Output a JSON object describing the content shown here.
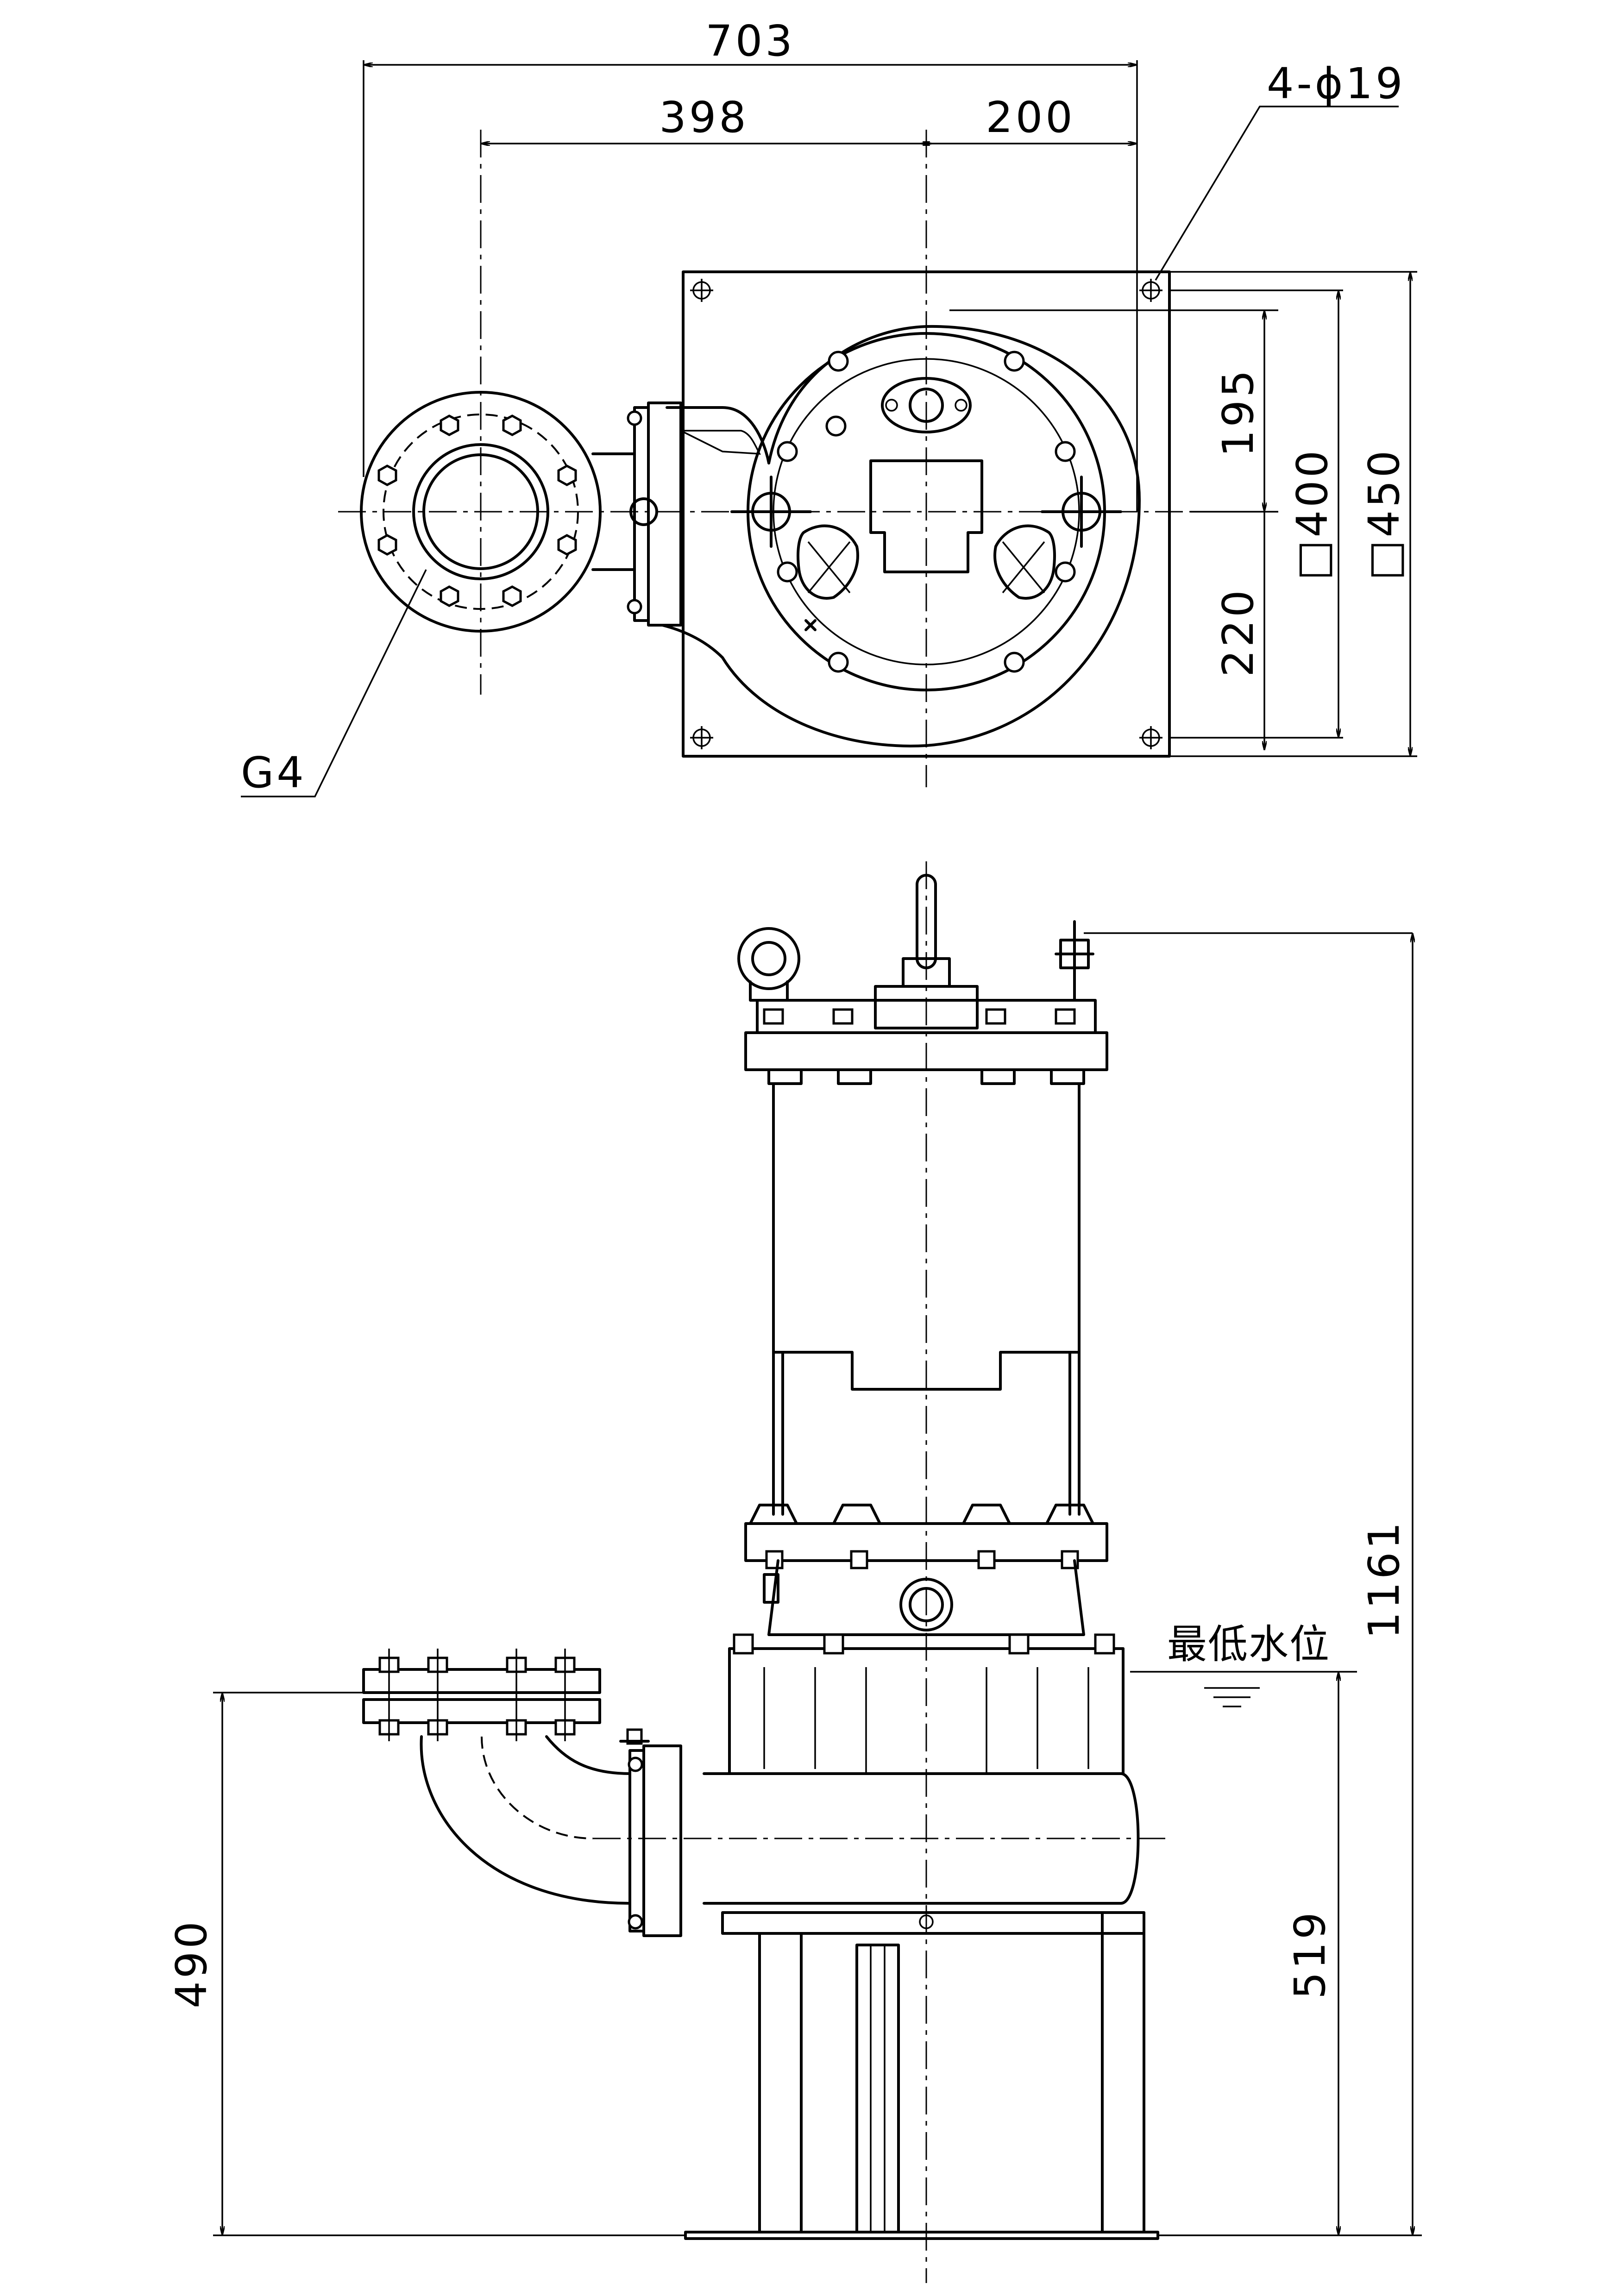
{
  "title": "",
  "dimensions": {
    "overall_width": "703",
    "flange_offset": "398",
    "half_base": "200",
    "holes": "4-ϕ19",
    "upper_offset": "195",
    "lower_offset": "220",
    "inner_square": "□400",
    "outer_square": "□450",
    "flange_label": "G4",
    "total_height": "1161",
    "discharge_height": "490",
    "min_level_height": "519"
  },
  "annotations": {
    "min_water_level": "最低水位"
  },
  "colors": {
    "line": "#000000",
    "background": "#ffffff"
  }
}
